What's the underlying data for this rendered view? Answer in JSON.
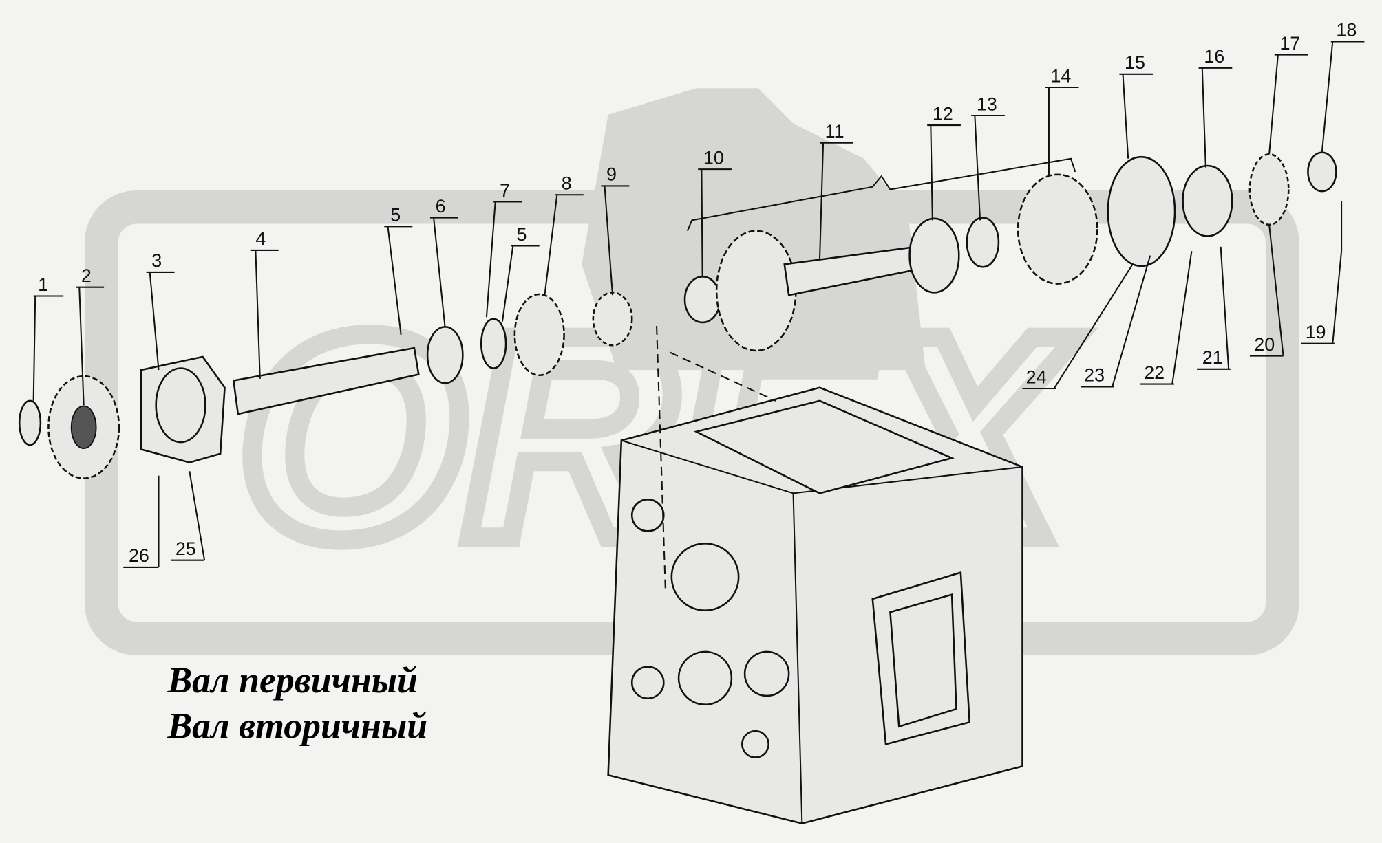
{
  "title": {
    "line1": "Вал первичный",
    "line2": "Вал вторичный"
  },
  "watermark": {
    "text": "OREX",
    "color": "#d6d6d4"
  },
  "colors": {
    "background": "#f3f3f1",
    "ink": "#111111"
  },
  "callouts": [
    "1",
    "2",
    "3",
    "4",
    "5",
    "6",
    "7",
    "5",
    "8",
    "9",
    "10",
    "11",
    "12",
    "13",
    "14",
    "15",
    "16",
    "17",
    "18",
    "19",
    "20",
    "21",
    "22",
    "23",
    "24",
    "25",
    "26"
  ]
}
